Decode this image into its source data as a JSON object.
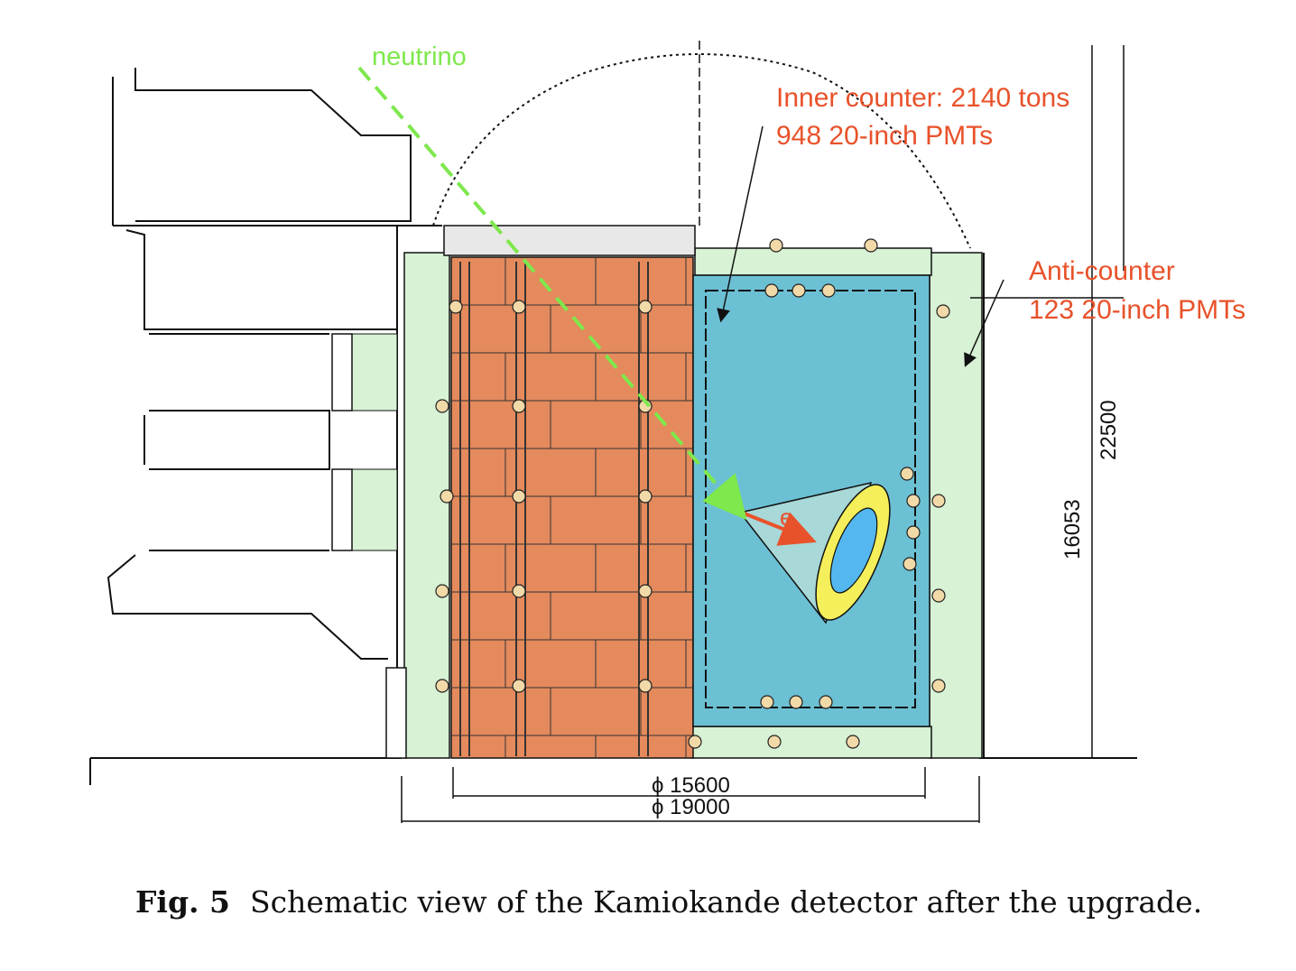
{
  "annotations": {
    "neutrino": "neutrino",
    "inner_line1": "Inner counter: 2140 tons",
    "inner_line2": "948  20-inch PMTs",
    "anti_line1": "Anti-counter",
    "anti_line2": "123  20-inch PMTs",
    "electron": "e"
  },
  "dimensions": {
    "height_total": "22500",
    "height_inner": "16053",
    "diam_inner": "ϕ 15600",
    "diam_outer": "ϕ 19000"
  },
  "caption": {
    "fig_label": "Fig. 5",
    "text": "Schematic view of the Kamiokande detector after the upgrade."
  },
  "colors": {
    "annotation": "#e8522a",
    "neutrino": "#7ee84c",
    "water": "#6cc0d4",
    "rock_green": "#d7f2d4",
    "brick": "#e48a5c",
    "ring_yellow": "#f4ef5a",
    "ring_blue": "#54b7f0"
  }
}
